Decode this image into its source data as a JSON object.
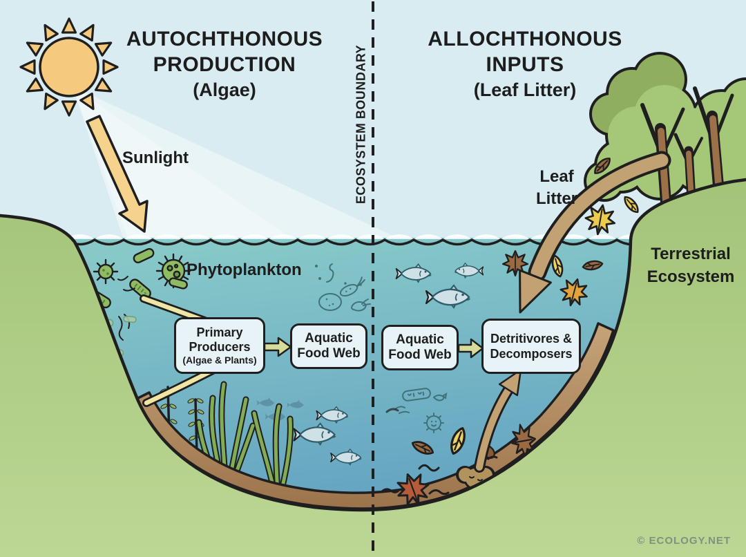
{
  "titles": {
    "left": {
      "line1": "AUTOCHTHONOUS",
      "line2": "PRODUCTION",
      "line3": "(Algae)"
    },
    "right": {
      "line1": "ALLOCHTHONOUS",
      "line2": "INPUTS",
      "line3": "(Leaf Litter)"
    }
  },
  "boundary": {
    "label": "ECOSYSTEM BOUNDARY",
    "style": "vertical dashed line"
  },
  "labels": {
    "sunlight": "Sunlight",
    "phytoplankton": "Phytoplankton",
    "leaf_litter_line1": "Leaf",
    "leaf_litter_line2": "Litter",
    "terrestrial_line1": "Terrestrial",
    "terrestrial_line2": "Ecosystem"
  },
  "boxes": {
    "primary_producers": {
      "title": "Primary Producers",
      "subtitle": "(Algae & Plants)"
    },
    "aquatic_food_web_left": {
      "label": "Aquatic Food Web"
    },
    "aquatic_food_web_right": {
      "label": "Aquatic Food Web"
    },
    "detritivores": {
      "label": "Detritivores & Decomposers"
    }
  },
  "footer": {
    "credit": "© ECOLOGY.NET"
  },
  "icons": {
    "sun-icon": "sun disc with triangular rays",
    "sunlight-arrow-icon": "straight yellow arrow into water",
    "light-beam": "translucent light cone",
    "phytoplankton-icon": "green microbes (spiky cells, rods)",
    "plankton-sketch-icon": "outlined protozoa sketches",
    "fish-icon": "outlined fish",
    "fish-school-icon": "small fish silhouettes",
    "aquatic-plant-icon": "seaweed blades",
    "milfoil-plant-icon": "leafy stem water plant",
    "tree-icon": "deciduous trees on bank",
    "leaf-icon": "falling leaf",
    "maple-leaf-icon": "maple leaf",
    "detritus-icon": "decomposing leaves, clump and worms",
    "leaf-litter-arrow-icon": "large tan curved arrow into water",
    "detritivore-arrow-icon": "tan curved arrow from sediment to box",
    "producer-arrow-icon": "pale curved arrows into producers box",
    "flow-arrow-icon": "olive block arrow between boxes"
  },
  "colors": {
    "sky": "#d9ecf2",
    "water_top": "#8bccc9",
    "water_deep": "#609fc1",
    "land_top": "#a3c478",
    "land_bottom": "#bcd794",
    "sediment_top": "#c6a378",
    "sediment_bottom": "#9c744c",
    "outline": "#1f1f1f",
    "text": "#1d1d1d",
    "sun": "#f6ca7e",
    "arrow_sun": "#f5d38c",
    "arrow_producer": "#efe6a5",
    "arrow_flow": "#d8dc9b",
    "arrow_tan": "#c2a173",
    "box_fill": "#e7f3f6",
    "phyto": "#8fbc63",
    "phyto_faint": "#a9cba6",
    "sketch": "#3d6f74",
    "fish_fill": "#cfe1e6",
    "fish_stroke": "#2f5d6b",
    "fish_silhouette": "#5e92a6",
    "plant_green": "#83ad55",
    "milfoil": "#93b366",
    "tree_light": "#a5c878",
    "tree_dark": "#8fae60",
    "trunk": "#9c7048",
    "leaf_yellow": "#eed267",
    "leaf_gold": "#eccb4e",
    "leaf_orange": "#e2a23c",
    "leaf_brown": "#9a6a42",
    "leaf_darkbrown": "#8a5a35",
    "leaf_red": "#b65c38",
    "clump": "#b2935e",
    "credit": "#80917f"
  }
}
